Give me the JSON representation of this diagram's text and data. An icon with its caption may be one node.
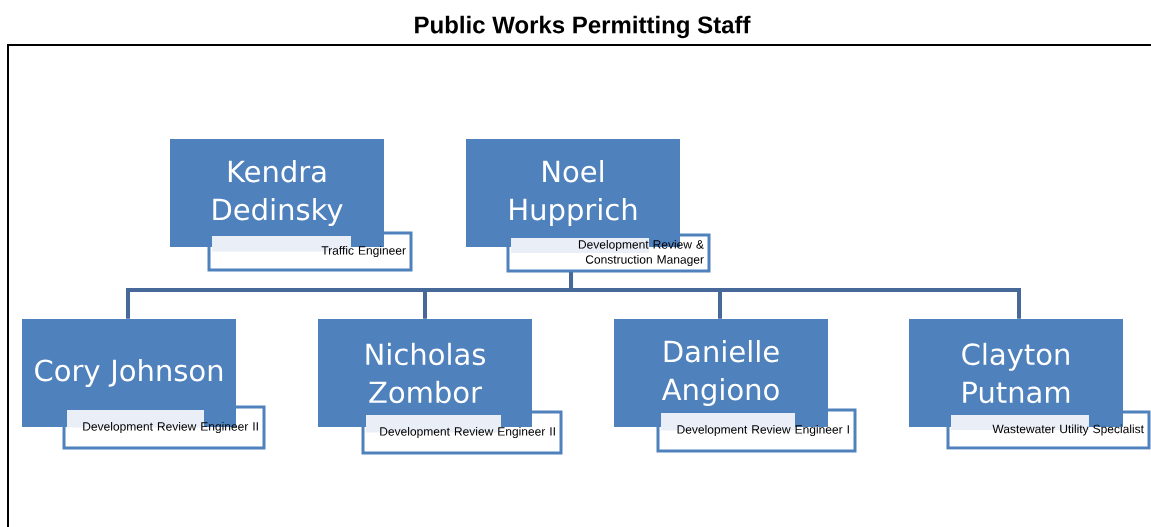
{
  "diagram": {
    "title": "Public Works Permitting Staff",
    "nodes": [
      {
        "text": [
          "Kendra Dedinsky"
        ]
      },
      {
        "text": [
          "Traffic Engineer"
        ]
      },
      {
        "text": [
          "Noel Hupprich"
        ]
      },
      {
        "text": [
          "Development Review & Construction Manager"
        ]
      },
      {
        "text": [
          "Cory Johnson"
        ]
      },
      {
        "text": [
          "Development Review Engineer II"
        ]
      },
      {
        "text": [
          "Nicholas Zombor"
        ]
      },
      {
        "text": [
          "Development Review Engineer II"
        ]
      },
      {
        "text": [
          "Danielle Angiono"
        ]
      },
      {
        "text": [
          "Development Review Engineer I"
        ]
      },
      {
        "text": [
          "Clayton Putnam"
        ]
      },
      {
        "text": [
          "Wastewater Utility Specialist"
        ]
      }
    ],
    "edges": [
      {
        "from": 3,
        "to": 4,
        "arrow": "none"
      },
      {
        "from": 3,
        "to": 6,
        "arrow": "none"
      },
      {
        "from": 3,
        "to": 8,
        "arrow": "none"
      },
      {
        "from": 3,
        "to": 10,
        "arrow": "none"
      }
    ]
  }
}
